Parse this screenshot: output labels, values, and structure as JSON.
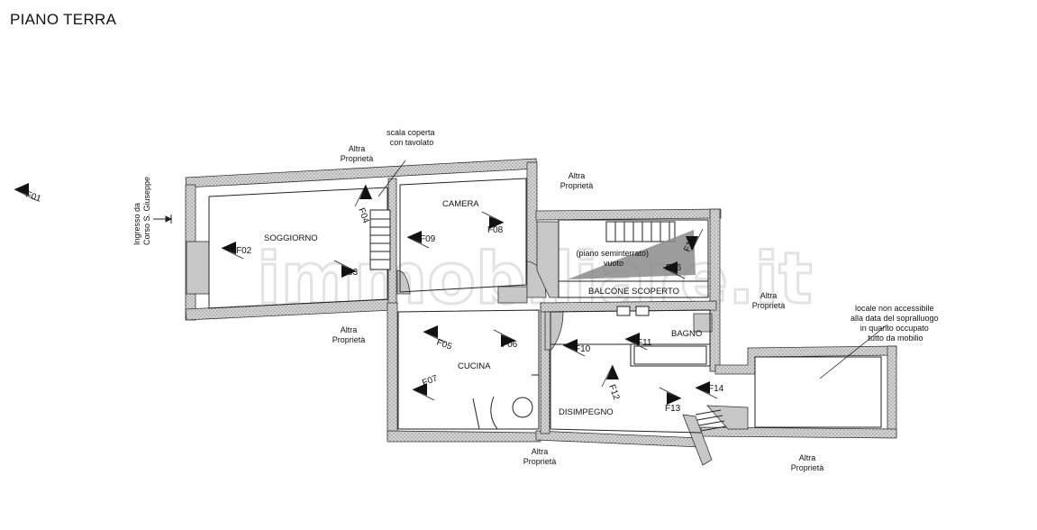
{
  "title": "PIANO TERRA",
  "watermark": "immobiliare.it",
  "entrance": [
    "Ingresso da",
    "Corso S. Giuseppe"
  ],
  "rooms": {
    "soggiorno": "SOGGIORNO",
    "camera": "CAMERA",
    "cucina": "CUCINA",
    "disimpegno": "DISIMPEGNO",
    "bagno": "BAGNO",
    "balcone": "BALCONE SCOPERTO"
  },
  "notes": {
    "scala": [
      "scala coperta",
      "con tavolato"
    ],
    "vuoto": [
      "(piano seminterrato)",
      "vuoto"
    ],
    "locale": [
      "locale non accessibile",
      "alla data del sopralluogo",
      "in quanto occupato",
      "tutto da mobilio"
    ]
  },
  "neighbors": {
    "label_line1": "Altra",
    "label_line2": "Proprietà"
  },
  "photo_points": [
    "F01",
    "F02",
    "F03",
    "F04",
    "F05",
    "F06",
    "F07",
    "F08",
    "F09",
    "F10",
    "F11",
    "F12",
    "F13",
    "F14",
    "F15",
    "F16"
  ],
  "colors": {
    "wall": "#b9b9b9",
    "line": "#222222",
    "watermark": "#e3e3e3"
  }
}
